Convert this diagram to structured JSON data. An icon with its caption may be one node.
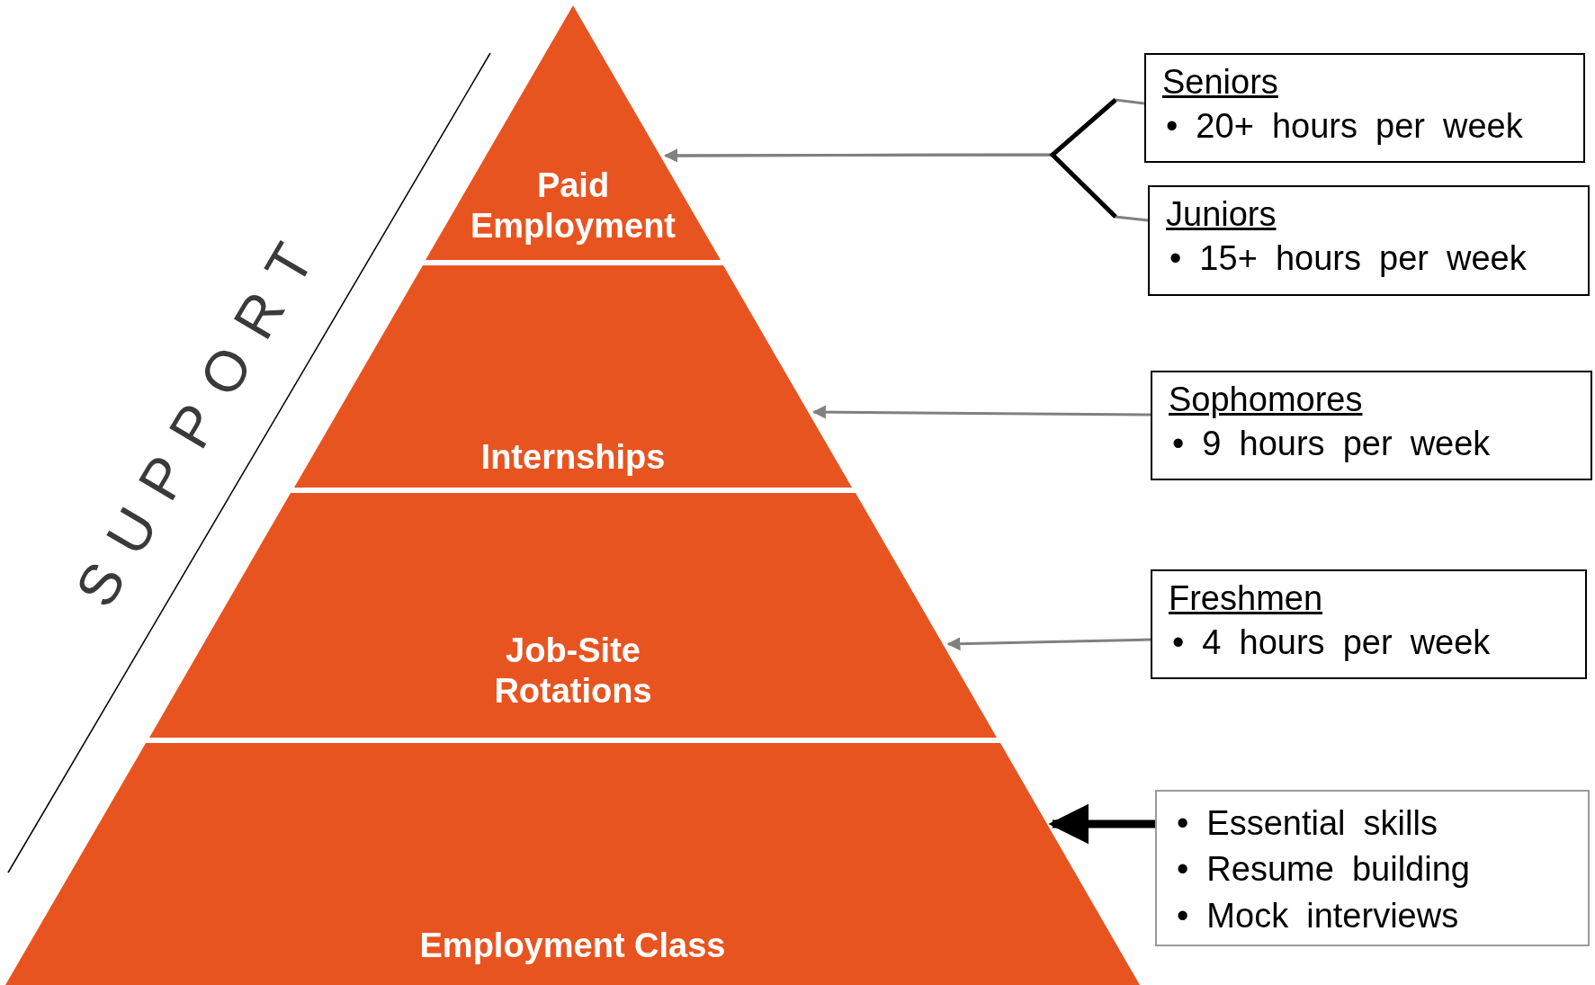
{
  "diagram": {
    "nodes": [
      {
        "text": [
          "Paid Employment"
        ]
      },
      {
        "text": [
          "Internships"
        ]
      },
      {
        "text": [
          "Job-Site Rotations"
        ]
      },
      {
        "text": [
          "Employment Class"
        ]
      },
      {
        "text": [
          "Seniors",
          "• 20+ hours per week"
        ]
      },
      {
        "text": [
          "Juniors",
          "• 15+ hours per week"
        ]
      },
      {
        "text": [
          "Sophomores",
          "• 9 hours per week"
        ]
      },
      {
        "text": [
          "Freshmen",
          "• 4 hours per week"
        ]
      },
      {
        "text": [
          "• Essential skills",
          "• Resume building",
          "• Mock interviews"
        ]
      }
    ],
    "edges": [
      {
        "from": 4,
        "to": 0,
        "arrow": "to"
      },
      {
        "from": 5,
        "to": 0,
        "arrow": "to"
      },
      {
        "from": 6,
        "to": 1,
        "arrow": "to"
      },
      {
        "from": 7,
        "to": 2,
        "arrow": "to"
      },
      {
        "from": 8,
        "to": 3,
        "arrow": "to",
        "style": "thick",
        "color": "#000000"
      }
    ],
    "labels": [
      "SUPPORT"
    ]
  }
}
